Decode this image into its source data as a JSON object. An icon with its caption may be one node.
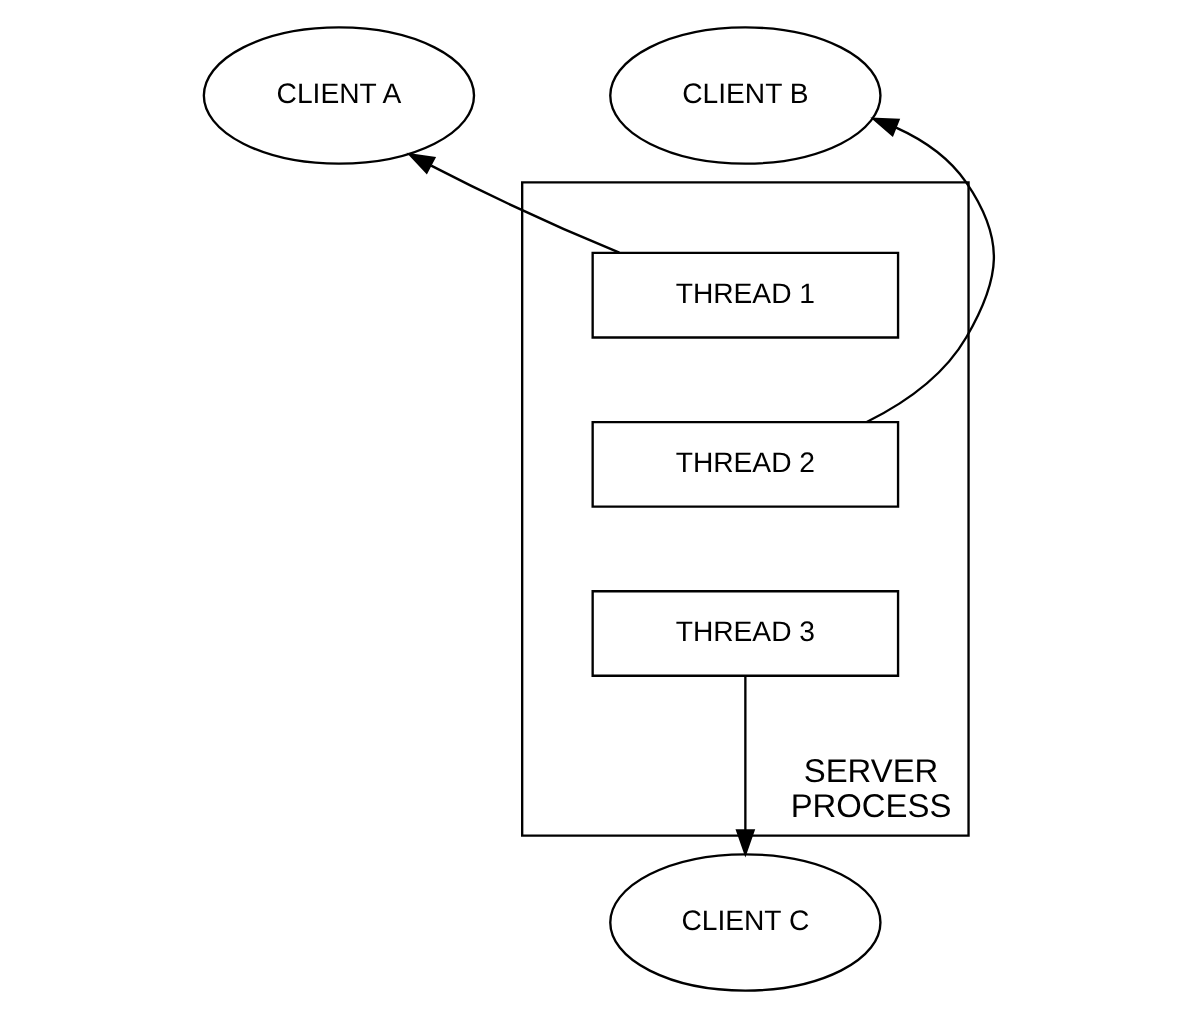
{
  "diagram": {
    "nodes": [
      {
        "text": [
          "CLIENT A"
        ]
      },
      {
        "text": [
          "CLIENT B"
        ]
      },
      {
        "text": [
          "SERVER PROCESS"
        ]
      },
      {
        "text": [
          "THREAD 1"
        ],
        "in": 2
      },
      {
        "text": [
          "THREAD 2"
        ],
        "in": 2
      },
      {
        "text": [
          "THREAD 3"
        ],
        "in": 2
      },
      {
        "text": [
          "CLIENT C"
        ]
      }
    ],
    "edges": [
      {
        "from": 3,
        "to": 0,
        "arrow": "to"
      },
      {
        "from": 4,
        "to": 1,
        "arrow": "to"
      },
      {
        "from": 5,
        "to": 6,
        "arrow": "to"
      }
    ]
  }
}
